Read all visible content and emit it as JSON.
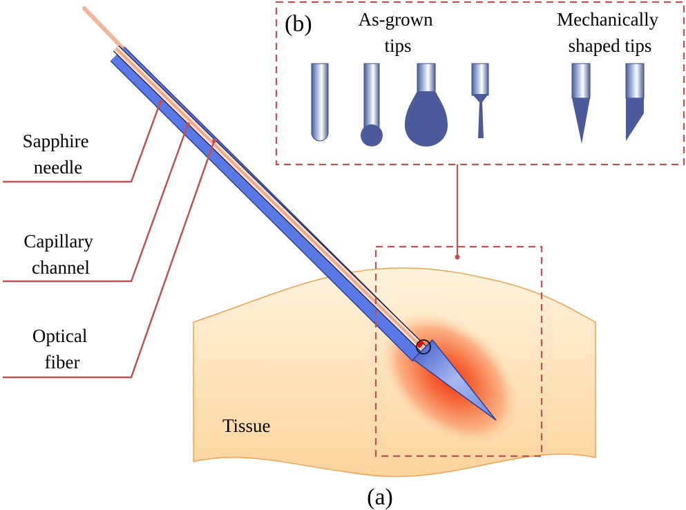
{
  "labels": {
    "sapphire_needle": [
      "Sapphire",
      "needle"
    ],
    "capillary_channel": [
      "Capillary",
      "channel"
    ],
    "optical_fiber": [
      "Optical",
      "fiber"
    ],
    "tissue": "Tissue",
    "panel_a": "(a)",
    "panel_b": "(b)",
    "as_grown_tips": [
      "As-grown",
      "tips"
    ],
    "mechanically_shaped_tips": [
      "Mechanically",
      "shaped tips"
    ]
  },
  "colors": {
    "needle_blue": "#4f6fe0",
    "needle_dark": "#2f3f8f",
    "fiber": "#f4b49a",
    "tissue_fill": "#fde2b8",
    "tissue_edge": "#f0a050",
    "heat_core": "#f4502a",
    "callout": "#c05050"
  }
}
